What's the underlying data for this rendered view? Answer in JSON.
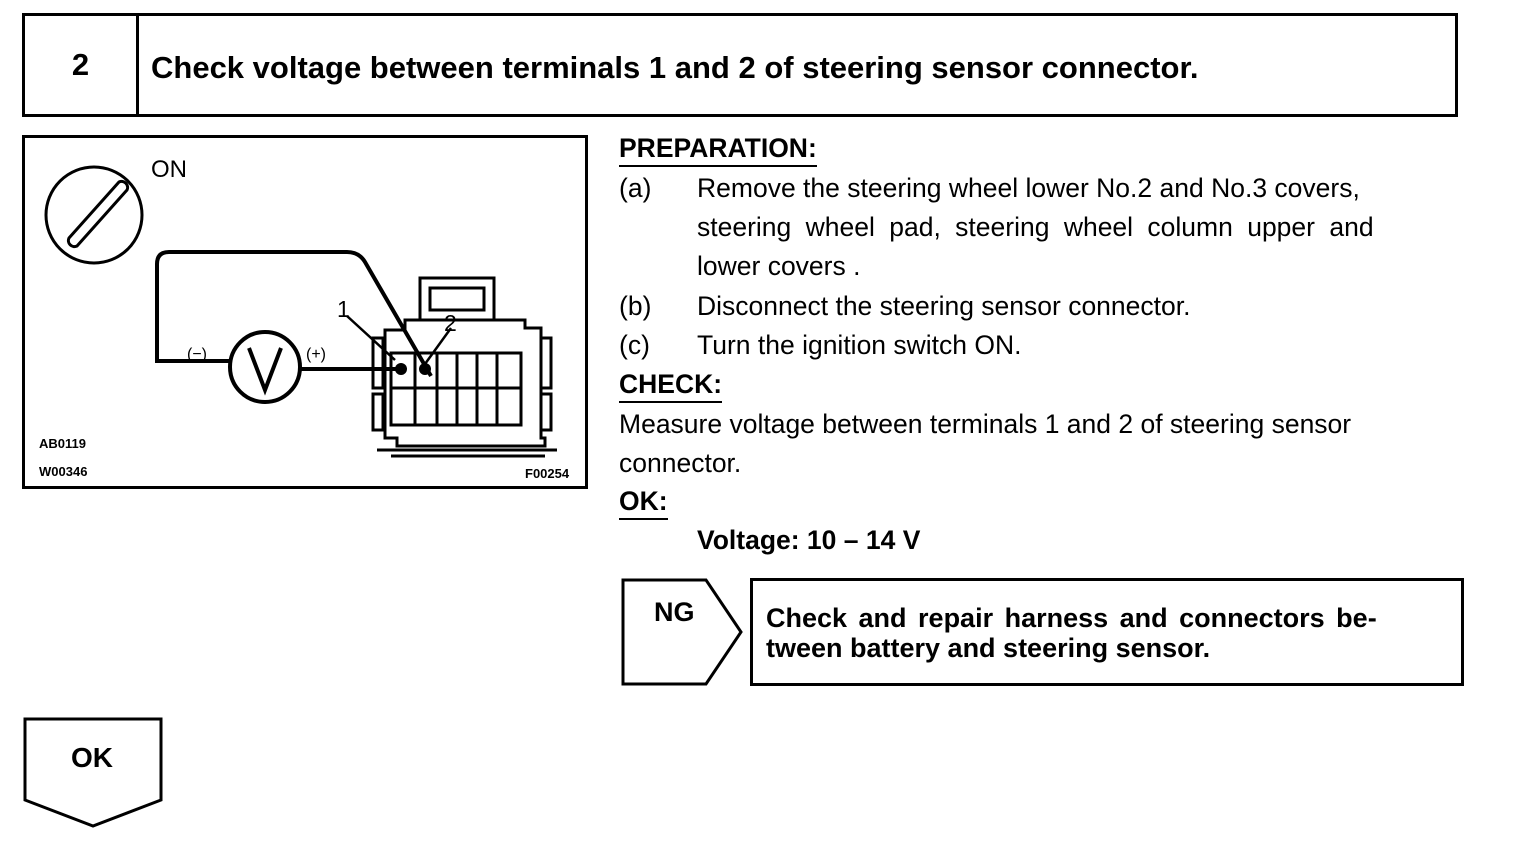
{
  "step": {
    "number": "2",
    "title": "Check voltage between terminals 1 and 2 of steering sensor connector."
  },
  "figure": {
    "switch_label": "ON",
    "pin_1": "1",
    "pin_2": "2",
    "minus_label": "(−)",
    "plus_label": "(+)",
    "meter_symbol": "V",
    "code_1": "AB0119",
    "code_2": "W00346",
    "code_3": "F00254"
  },
  "preparation": {
    "heading": "PREPARATION:",
    "items": [
      {
        "label": "(a)",
        "lines": [
          "Remove the steering wheel lower No.2 and No.3 covers,",
          "steering wheel pad, steering wheel column upper and",
          "lower covers ."
        ]
      },
      {
        "label": "(b)",
        "lines": [
          "Disconnect the steering sensor connector."
        ]
      },
      {
        "label": "(c)",
        "lines": [
          "Turn the ignition switch ON."
        ]
      }
    ]
  },
  "check": {
    "heading": "CHECK:",
    "lines": [
      "Measure voltage between terminals 1 and 2 of steering sensor",
      "connector."
    ]
  },
  "ok_spec": {
    "heading": "OK:",
    "value": "Voltage: 10 – 14 V"
  },
  "ng": {
    "label": "NG",
    "action_lines": [
      "Check and repair harness and connectors be-",
      "tween battery and steering sensor."
    ]
  },
  "ok_button": {
    "label": "OK"
  }
}
